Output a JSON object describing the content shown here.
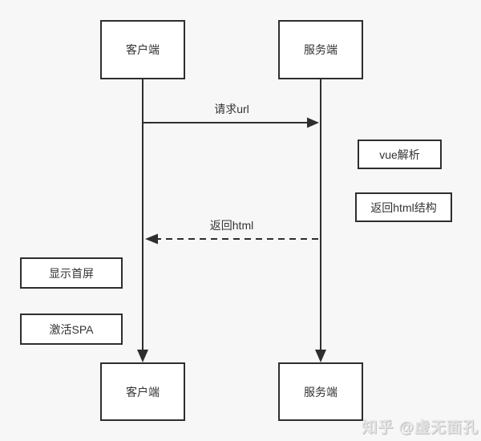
{
  "colors": {
    "background": "#f7f7f8",
    "line": "#2e2e2e",
    "box_fill": "#ffffff",
    "text": "#333333",
    "watermark": "#e4e4e4"
  },
  "nodes": {
    "top_client": "客户端",
    "top_server": "服务端",
    "vue_parse": "vue解析",
    "return_html_struct": "返回html结构",
    "show_first_screen": "显示首屏",
    "activate_spa": "激活SPA",
    "bottom_client": "客户端",
    "bottom_server": "服务端"
  },
  "messages": {
    "request_url": "请求url",
    "return_html": "返回html"
  },
  "watermark": "知乎 @虚无面孔"
}
